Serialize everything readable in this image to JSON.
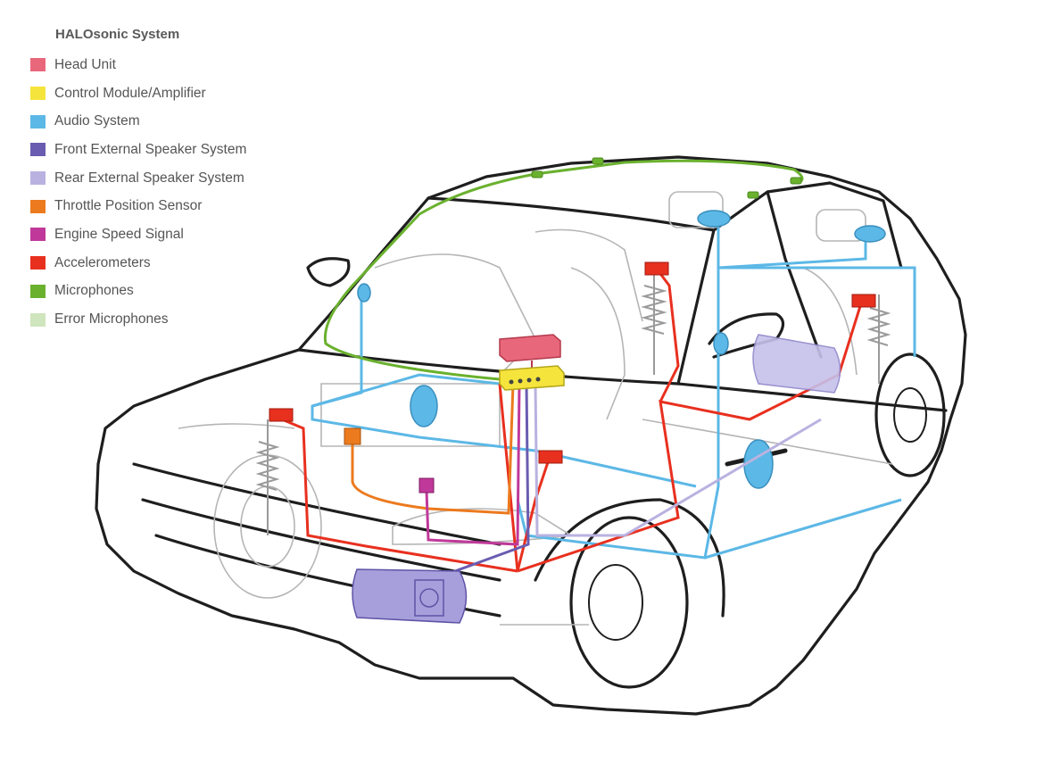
{
  "legend": {
    "title": "HALOsonic System",
    "items": [
      {
        "label": "Head Unit",
        "color": "#e9677b"
      },
      {
        "label": "Control Module/Amplifier",
        "color": "#f5e43c"
      },
      {
        "label": "Audio System",
        "color": "#5cb8e6"
      },
      {
        "label": "Front External Speaker System",
        "color": "#6a5cb0"
      },
      {
        "label": "Rear External Speaker System",
        "color": "#b9b2e0"
      },
      {
        "label": "Throttle Position Sensor",
        "color": "#ec7a1e"
      },
      {
        "label": "Engine Speed Signal",
        "color": "#c0399a"
      },
      {
        "label": "Accelerometers",
        "color": "#e8301f"
      },
      {
        "label": "Microphones",
        "color": "#6ab12e"
      },
      {
        "label": "Error Microphones",
        "color": "#cfe5bd"
      }
    ]
  },
  "colors": {
    "car_outline": "#1e1e1e",
    "car_detail": "#b5b5b5"
  }
}
